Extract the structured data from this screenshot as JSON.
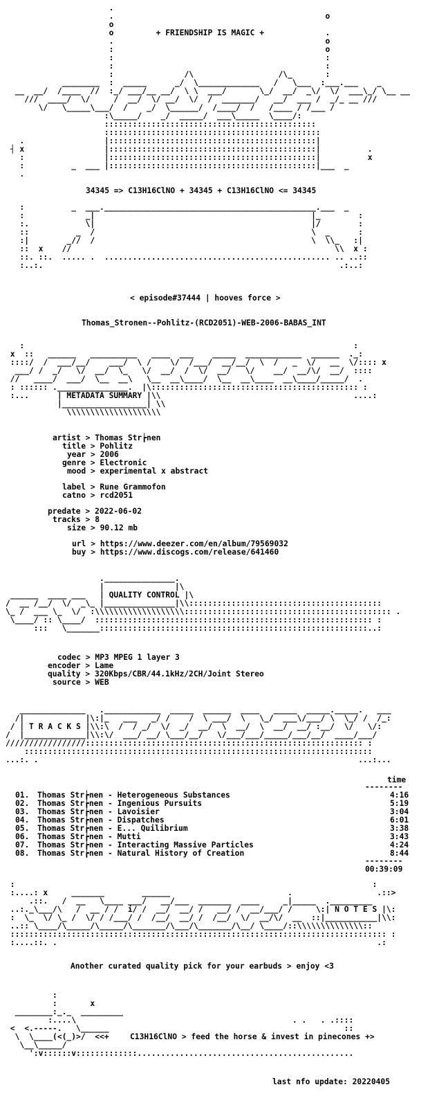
{
  "art": {
    "header": "                      .\n                      .                                             o\n                      o\n                      o         + FRIENDSHIP IS MAGIC +             .\n                      .                                             o\n                      :                                             o\n                      :                                             :\n                      :                                             :\n                      :               /\\                  /\\_       :\n            ________  :  _____      _/  \\_____________   /   \\___  :___.___    _\n  __  __/  /____  //  :_/ ___/__ __/  \\ \\  ___/       \\_/  __/  _\\/  \\/  ___\\_/ \\__ __\n    ///  ____/  \\/     /  __/  \\/ __/  \\/  /  _______/   __/  ___ /  _/_ __ ///\n       \\/   \\_____\\___/  /    _/  \\______/  /____/  /   /____ / /___ /\n                     :\\_____/    _/  _____/  ___\\_____  \\____/:\n                     :::::::::::::::::::::::::::::::::::::::::::::\n                     ::::::::::::::::::::::::::::::::::::::::::::::",
    "banner_top": "   .                 |::::::::::::::::::::::::::::::::::::::::::::|\n ┤ x                 |::::::::::::::::::::::::::::::::::::::::::::|          .\n   :                 |::::::::::::::::::::::::::::::::::::::::::::|          x\n   :          _  ___ |::::::::::::::::::::::::::::::::::::::::::::|___  _\n   .",
    "banner_bottom": "   :          _  ___._____________________________________________.___  _\n   :             _|                                              |_        :\n   :.            \\|                                              |/        :\n   ::          _  /                                              \\  _      :\n   :|        _//  /                                              \\  \\\\_   :|\n   ::  x    //                                                        \\\\  x :\n   ::. ::.  ..... .  ................................................ .. ..::\n   :..:.                                                               .:..:",
    "strip_line": "        ____..______________________________________________________.________\n\n\n\n\n\n\n",
    "metadata_head": "   :                                                                      :\n x  ::   ______   __________   ____  ___    _____  ____________  ______  ._:\n ::::/  /  ___/__/    ___/  \\ /    \\/  /___/  __/__/  \\  /   _  \\/   __  \\/:::: x\n  ___/ /  _/   \\/  __/  \\_   \\/  __/  /  \\/  __/   \\/    __/  __/\\/  __/  ::::\n //   ____/  ___/  \\__  __\\   \\__  __\\____/  \\__  __\\____  __\\____/_____/  .\n : :::::: ._______________.  |\\:::::::::::::::::::::::::::::::::::::::::::: :\n :...      | METADATA SUMMARY |\\\\                                         ....:\n           |__________________| \\\\\n             \\\\\\\\\\\\\\\\\\\\\\\\\\\\\\\\\\\\\\\\",
    "quality_head": "                    ._______________.\n                    |               |\\\n ______  ____ ___   | QUALITY CONTROL |\\\n/  __ /__/  \\/  _\\_ |_______________|\\\\:::::::::::::::::::::::::::::::::::::::::\n\\_ /  ___ \\_  \\/  :\\\\\\\\\\\\\\\\\\\\\\\\\\\\\\\\\\\\\\:::::::::::::::::::::::::::::::::::::::::::: .\n \\____/ :: \\____/  ::::::::::::::::::::::::::::::::::::::::::::::::::::::::::: :\n      :::   \\_______:::::::::::::::::::::::::::::::::::::::::::::::::::::::::..:",
    "tracks_head": "   ______________   .____________  _____  ______  ____   _____  _____._____.   ___\n  /|             |\\:|_   ___   _/ /    /  \\ ___/  \\   \\_/  ___\\/___/ \\  \\_/ /  /_:\n / | T R A C K S |\\\\:\\  /  / _/  \\/  _/  __/  \\  __/  \\  __/  __/ :__/  \\/   \\/:\n/  |_____________|\\\\:\\/  ___/ __/ \\___/__/   \\/___/___/_____/___/__/  ____/___/\n/////////////////::::::::::::::::::::::::::::::::::::::::::::::::::::::::::: :\n    ::::::::::::::::::::::::::::::::::::::::::::::::::::::::::::::::::::::::::\n...:. .                                                                    ...:...",
    "notes_head": " :                                                                            :\n :....: x     _______        ______                         .                  .::>\n     .::.   /  __   \\____ ___/   __/___  _______  ____     _|_____  ._________\n ..:._\\___/\\   /  __ / /  i/ /  __/  __/ /   __/ /  __/___/ /     \\:| N O T E S |\\:\n :  \\_  \\/ \\_ /  \\/ / /___/ /  /__/  __/ /  /__/  \\/  __/\\/  __  ::|___________|\\\\:\n ..:: \\____/\\_____/\\_____/\\_______/\\___/\\_______/\\__/ \\____/::\\\\\\\\\\\\\\\\\\\\\\\\\\\\::\n :::::::::::::::::::::::::::::::::::::::::::::::::::::::::::::::::::::::::::::::: :\n :....::. .                                                                    .:",
    "footer_art": "          :\n          :       x\n  ________:_._  _________\n         :....\\                                              . .   . .::::\n <  <.-----.   \\______                                                  ::\n  \\  \\____(<(_)>/  <<+\n   \\__\\_____/\n     ':v::::::v:::::::::::::.............................................."
  },
  "release": {
    "formula": "34345 => C13H16ClNO + 34345 + C13H16ClNO <= 34345",
    "episode": "< episode#37444 | hooves force >",
    "name": "Thomas_Stronen--Pohlitz-(RCD2051)-WEB-2006-BABAS_INT"
  },
  "metadata": {
    "artist_label": "artist",
    "artist_value": "Thomas Str┢nen",
    "title_label": "title",
    "title_value": "Pohlitz",
    "year_label": "year",
    "year_value": "2006",
    "genre_label": "genre",
    "genre_value": "Electronic",
    "mood_label": "mood",
    "mood_value": "experimental x abstract",
    "label_label": "label",
    "label_value": "Rune Grammofon",
    "catno_label": "catno",
    "catno_value": "rcd2051",
    "predate_label": "predate",
    "predate_value": "2022-06-02",
    "tracks_label": "tracks",
    "tracks_value": "8",
    "size_label": "size",
    "size_value": "90.12 mb",
    "url_label": "url",
    "url_value": "https://www.deezer.com/en/album/79569032",
    "buy_label": "buy",
    "buy_value": "https://www.discogs.com/release/641460"
  },
  "quality": {
    "codec_label": "codec",
    "codec_value": "MP3 MPEG 1 layer 3",
    "encoder_label": "encoder",
    "encoder_value": "Lame",
    "quality_label": "quality",
    "quality_value": "320Kbps/CBR/44.1kHz/2CH/Joint Stereo",
    "source_label": "source",
    "source_value": "WEB"
  },
  "tracks": {
    "time_header": "time",
    "time_rule": "--------",
    "total_rule": "--------",
    "total": "00:39:09",
    "items": [
      {
        "num": "01.",
        "title": "Thomas Str┢nen - Heterogeneous Substances",
        "time": "4:16"
      },
      {
        "num": "02.",
        "title": "Thomas Str┢nen - Ingenious Pursuits",
        "time": "5:19"
      },
      {
        "num": "03.",
        "title": "Thomas Str┢nen - Lavoisier",
        "time": "3:04"
      },
      {
        "num": "04.",
        "title": "Thomas Str┢nen - Dispatches",
        "time": "6:01"
      },
      {
        "num": "05.",
        "title": "Thomas Str┢nen - E... Quilibrium",
        "time": "3:38"
      },
      {
        "num": "06.",
        "title": "Thomas Str┢nen - Mutti",
        "time": "3:43"
      },
      {
        "num": "07.",
        "title": "Thomas Str┢nen - Interacting Massive Particles",
        "time": "4:24"
      },
      {
        "num": "08.",
        "title": "Thomas Str┢nen - Natural History of Creation",
        "time": "8:44"
      }
    ]
  },
  "notes": {
    "text": "Another curated quality pick for your earbuds > enjoy <3"
  },
  "footer": {
    "tagline": "C13H16ClNO > feed the horse & invest in pinecones +>",
    "update": "last nfo update: 20220405"
  }
}
